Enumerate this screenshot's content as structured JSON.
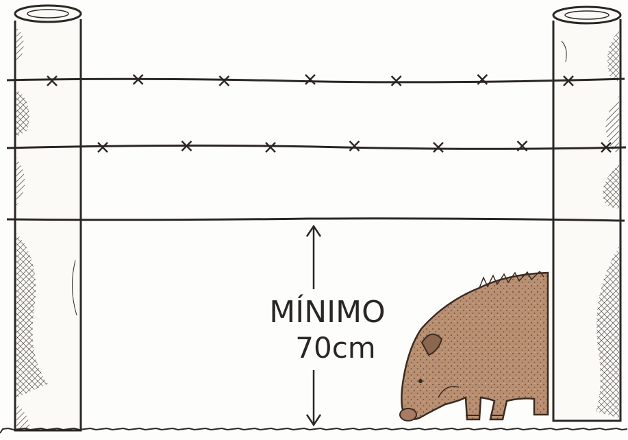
{
  "measurement": {
    "label": "MÍNIMO",
    "value": "70cm"
  },
  "wires": [
    {
      "type": "barbed",
      "barbs": 7
    },
    {
      "type": "barbed",
      "barbs": 7
    },
    {
      "type": "plain",
      "barbs": 0
    }
  ],
  "colors": {
    "ink": "#2a2623",
    "background": "#fdfdfb",
    "animal_fur": "#b98f72",
    "animal_shade": "#8c6750"
  }
}
